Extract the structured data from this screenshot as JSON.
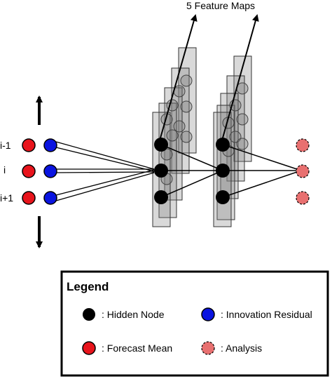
{
  "title": "5 Feature Maps",
  "row_labels": [
    "i-1",
    "i",
    "i+1"
  ],
  "legend": {
    "title": "Legend",
    "hidden_node": ": Hidden Node",
    "innovation_residual": ": Innovation Residual",
    "forecast_mean": ": Forecast Mean",
    "analysis": ": Analysis"
  },
  "colors": {
    "forecast_mean": "#e8141c",
    "innovation_residual": "#0a14e0",
    "hidden_node": "#000000",
    "analysis": "#e87070",
    "feature_map": "#808080"
  }
}
